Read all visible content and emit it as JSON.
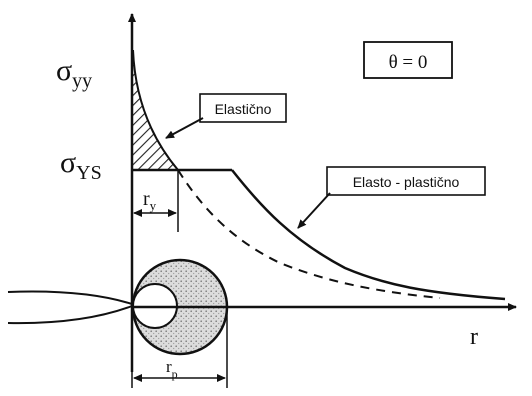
{
  "labels": {
    "sigma_yy_main": "σ",
    "sigma_yy_sub": "yy",
    "sigma_ys_main": "σ",
    "sigma_ys_sub": "YS",
    "theta": "θ = 0",
    "elastic": "Elastično",
    "elasto_plastic": "Elasto - plastično",
    "r_axis": "r",
    "ry_main": "r",
    "ry_sub": "y",
    "rp_main": "r",
    "rp_sub": "p"
  },
  "colors": {
    "ink": "#111111",
    "hatch": "#222222",
    "stipple_fill": "#d6d6d6",
    "background": "#ffffff"
  }
}
